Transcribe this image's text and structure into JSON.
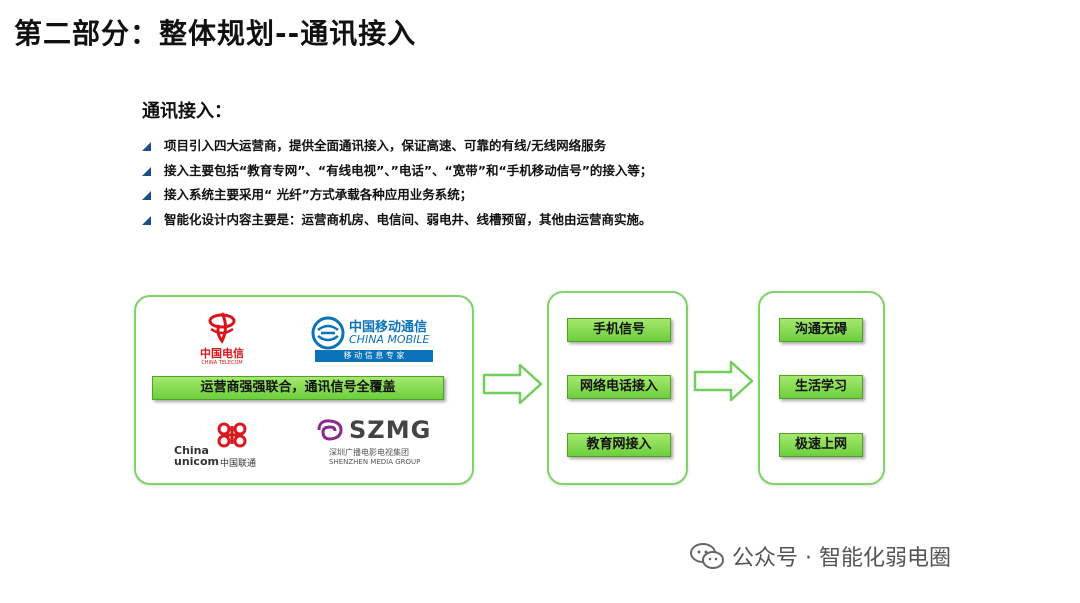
{
  "page_title": "第二部分：整体规划--通讯接入",
  "section_heading": "通讯接入：",
  "bullets": [
    "项目引入四大运营商，提供全面通讯接入，保证高速、可靠的有线/无线网络服务",
    "接入主要包括“教育专网”、“有线电视”、”电话”、“宽带”和“手机移动信号”的接入等；",
    "接入系统主要采用“ 光纤”方式承载各种应用业务系统；",
    "智能化设计内容主要是：运营商机房、电信间、弱电井、线槽预留，其他由运营商实施。"
  ],
  "operators": {
    "telecom": {
      "cn": "中国电信",
      "en": "CHINA TELECOM",
      "color": "#d9141b"
    },
    "mobile": {
      "cn": "中国移动通信",
      "en": "CHINA MOBILE",
      "sub": "移 动 信 息 专 家",
      "color": "#0b73b9"
    },
    "unicom": {
      "en1": "China",
      "en2": "unicom",
      "cn": "中国联通",
      "color": "#d71920"
    },
    "szmg": {
      "name": "SZMG",
      "cn": "深圳广播电影电视集团",
      "en": "SHENZHEN MEDIA GROUP",
      "color": "#8a2a8c"
    },
    "banner": "运营商强强联合，通讯信号全覆盖"
  },
  "middle_items": [
    "手机信号",
    "网络电话接入",
    "教育网接入"
  ],
  "right_items": [
    "沟通无碍",
    "生活学习",
    "极速上网"
  ],
  "watermark": "公众号 · 智能化弱电圈"
}
